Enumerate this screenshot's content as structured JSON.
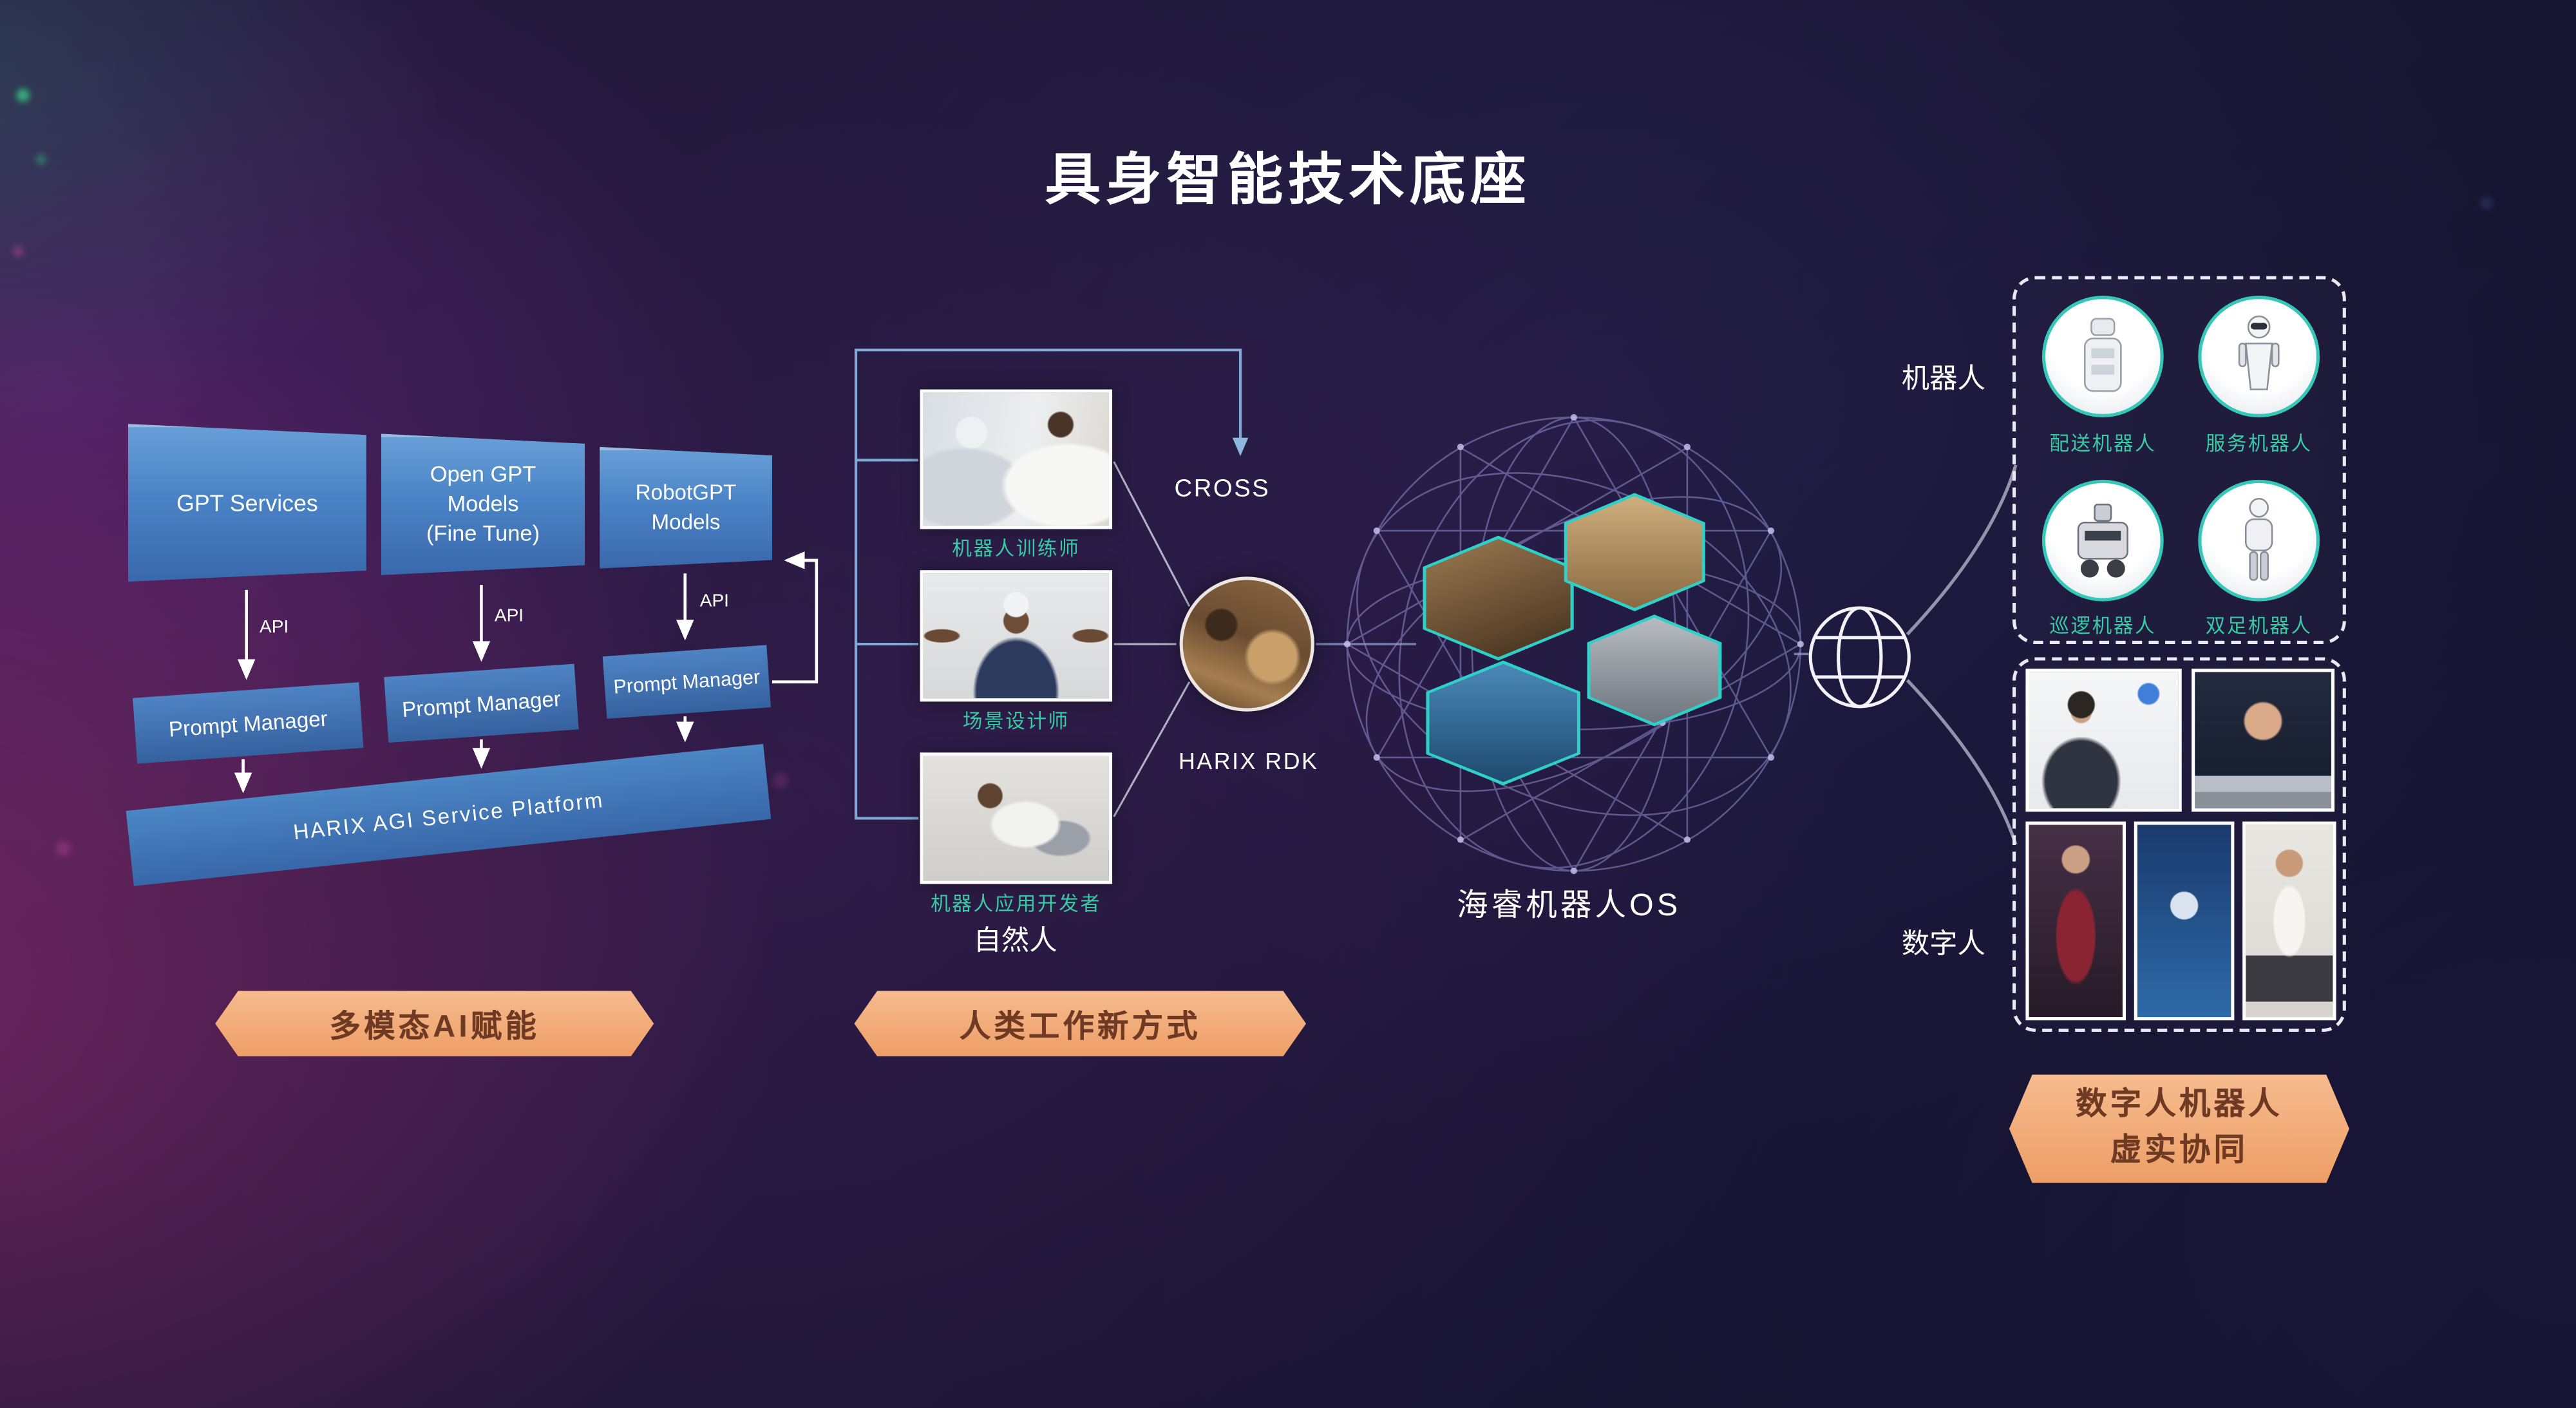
{
  "title": "具身智能技术底座",
  "left_section": {
    "model_boxes": [
      {
        "label": "GPT Services"
      },
      {
        "label": "Open GPT\nModels\n(Fine Tune)"
      },
      {
        "label": "RobotGPT\nModels"
      }
    ],
    "api_label": "API",
    "prompt_manager_label": "Prompt Manager",
    "platform_label": "HARIX AGI Service Platform",
    "banner_label": "多模态AI赋能"
  },
  "human_section": {
    "workers": [
      {
        "caption": "机器人训练师"
      },
      {
        "caption": "场景设计师"
      },
      {
        "caption": "机器人应用开发者"
      }
    ],
    "group_label": "自然人",
    "cross_label": "CROSS",
    "rdk_label": "HARIX RDK",
    "banner_label": "人类工作新方式"
  },
  "os_section": {
    "label": "海睿机器人OS"
  },
  "right_section": {
    "robots_group_label": "机器人",
    "robots": [
      {
        "caption": "配送机器人"
      },
      {
        "caption": "服务机器人"
      },
      {
        "caption": "巡逻机器人"
      },
      {
        "caption": "双足机器人"
      }
    ],
    "digital_group_label": "数字人",
    "banner_label": "数字人机器人\n虚实协同"
  },
  "colors": {
    "banner_orange": "#f2a877",
    "banner_text": "#6e3a24",
    "caption_teal": "#38c9a5",
    "model_box_blue": "#4a84c6",
    "connector_blue": "#7fa9d6",
    "hex_border_teal": "#2fd0c8"
  }
}
